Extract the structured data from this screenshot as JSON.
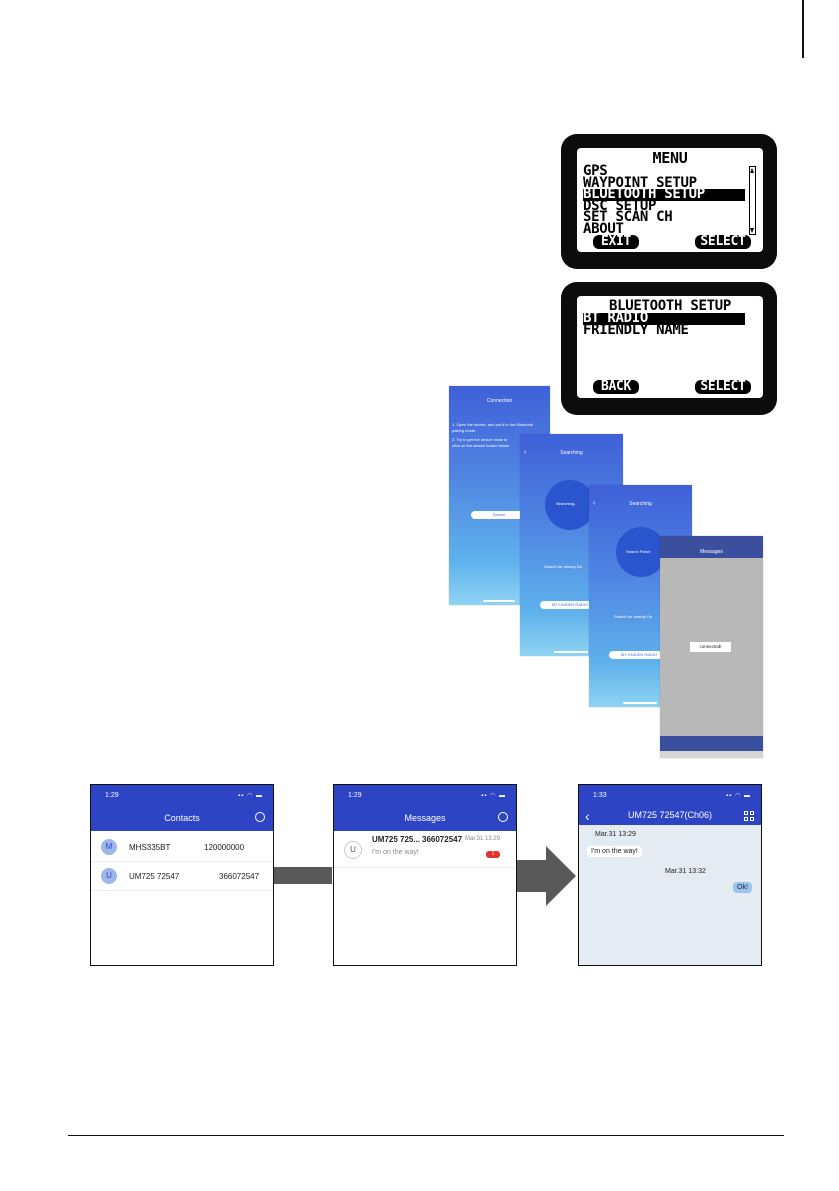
{
  "menu_screen": {
    "title": "MENU",
    "items": [
      "GPS",
      "WAYPOINT SETUP",
      "BLUETOOTH SETUP",
      "DSC SETUP",
      "SET SCAN CH",
      "ABOUT"
    ],
    "selected_item": "BLUETOOTH SETUP",
    "left_button": "EXIT",
    "right_button": "SELECT"
  },
  "bluetooth_screen": {
    "title": "BLUETOOTH SETUP",
    "items": [
      "BT RADIO",
      "FRIENDLY NAME"
    ],
    "selected_item": "BT RADIO",
    "left_button": "BACK",
    "right_button": "SELECT"
  },
  "phone_connection": {
    "title": "Connection",
    "instructions": [
      "1. Open the device, and put it in the Bluetooth",
      "pairing mode.",
      "2. Try to get the device close to",
      "click on the search button below"
    ],
    "button": "Search"
  },
  "phone_searching": {
    "title": "Searching",
    "circle_text": "Searching...",
    "hint": "Search for nearby De",
    "button": "MY UNIDEN RADIO"
  },
  "phone_found": {
    "title": "Searching",
    "circle_text": "Search Finish",
    "hint": "Search for nearby De",
    "button": "MY UNIDEN RADIO"
  },
  "phone_messages": {
    "title": "Messages",
    "dialog": "connected!"
  },
  "contacts_app": {
    "time": "1:29",
    "title": "Contacts",
    "contacts": [
      {
        "initial": "M",
        "name": "MHS335BT",
        "number": "120000000"
      },
      {
        "initial": "U",
        "name": "UM725 72547",
        "number": "366072547"
      }
    ]
  },
  "messages_app": {
    "time": "1:29",
    "title": "Messages",
    "thread": {
      "initial": "U",
      "name": "UM725 725...",
      "number": "366072547",
      "date": "Mar.31 13:29",
      "preview": "I'm on the way!",
      "badge": "1"
    }
  },
  "chat_app": {
    "time": "1:33",
    "title": "UM725 72547(Ch06)",
    "messages": [
      {
        "time": "Mar.31 13:29",
        "text": "I'm on the way!",
        "direction": "in"
      },
      {
        "time": "Mar.31 13:32",
        "text": "Ok!",
        "direction": "out"
      }
    ]
  },
  "colors": {
    "app_blue": "#2d45c5",
    "arrow_gray": "#595959"
  }
}
